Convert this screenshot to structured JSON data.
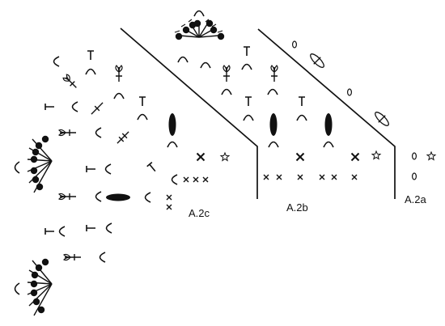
{
  "labels": {
    "a2c": "A.2c",
    "a2b": "A.2b",
    "a2a": "A.2a"
  },
  "colors": {
    "ink": "#111111",
    "background": "#ffffff"
  }
}
